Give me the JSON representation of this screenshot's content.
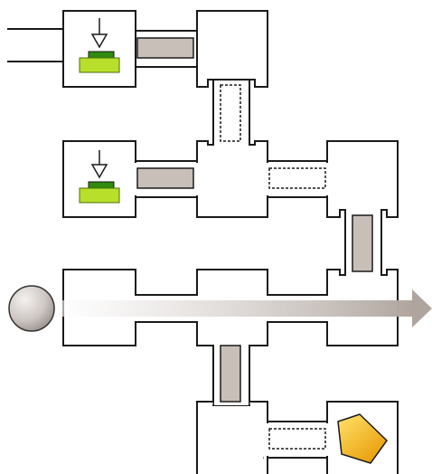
{
  "diagram": {
    "colors": {
      "background": "#ffffff",
      "wall": "#1a1a1a",
      "door_closed": "#c8bfb8",
      "button_light": "#b8e02a",
      "button_dark": "#2f8a0f",
      "gem": "#f2b614",
      "ball": "#c9c2be",
      "arrow": "#b0a59e"
    },
    "icons": {
      "pressure_plate": "pressure-plate-icon",
      "down_arrow": "down-arrow-icon",
      "gem": "pentagon-gem-icon",
      "ball": "rolling-ball-icon",
      "path_arrow": "path-arrow-icon"
    },
    "doors": {
      "upper_left_horizontal": "closed",
      "upper_vertical": "open",
      "middle_left_horizontal": "closed",
      "middle_right_horizontal": "open",
      "right_vertical": "closed",
      "lower_vertical": "closed",
      "bottom_horizontal": "open"
    }
  }
}
